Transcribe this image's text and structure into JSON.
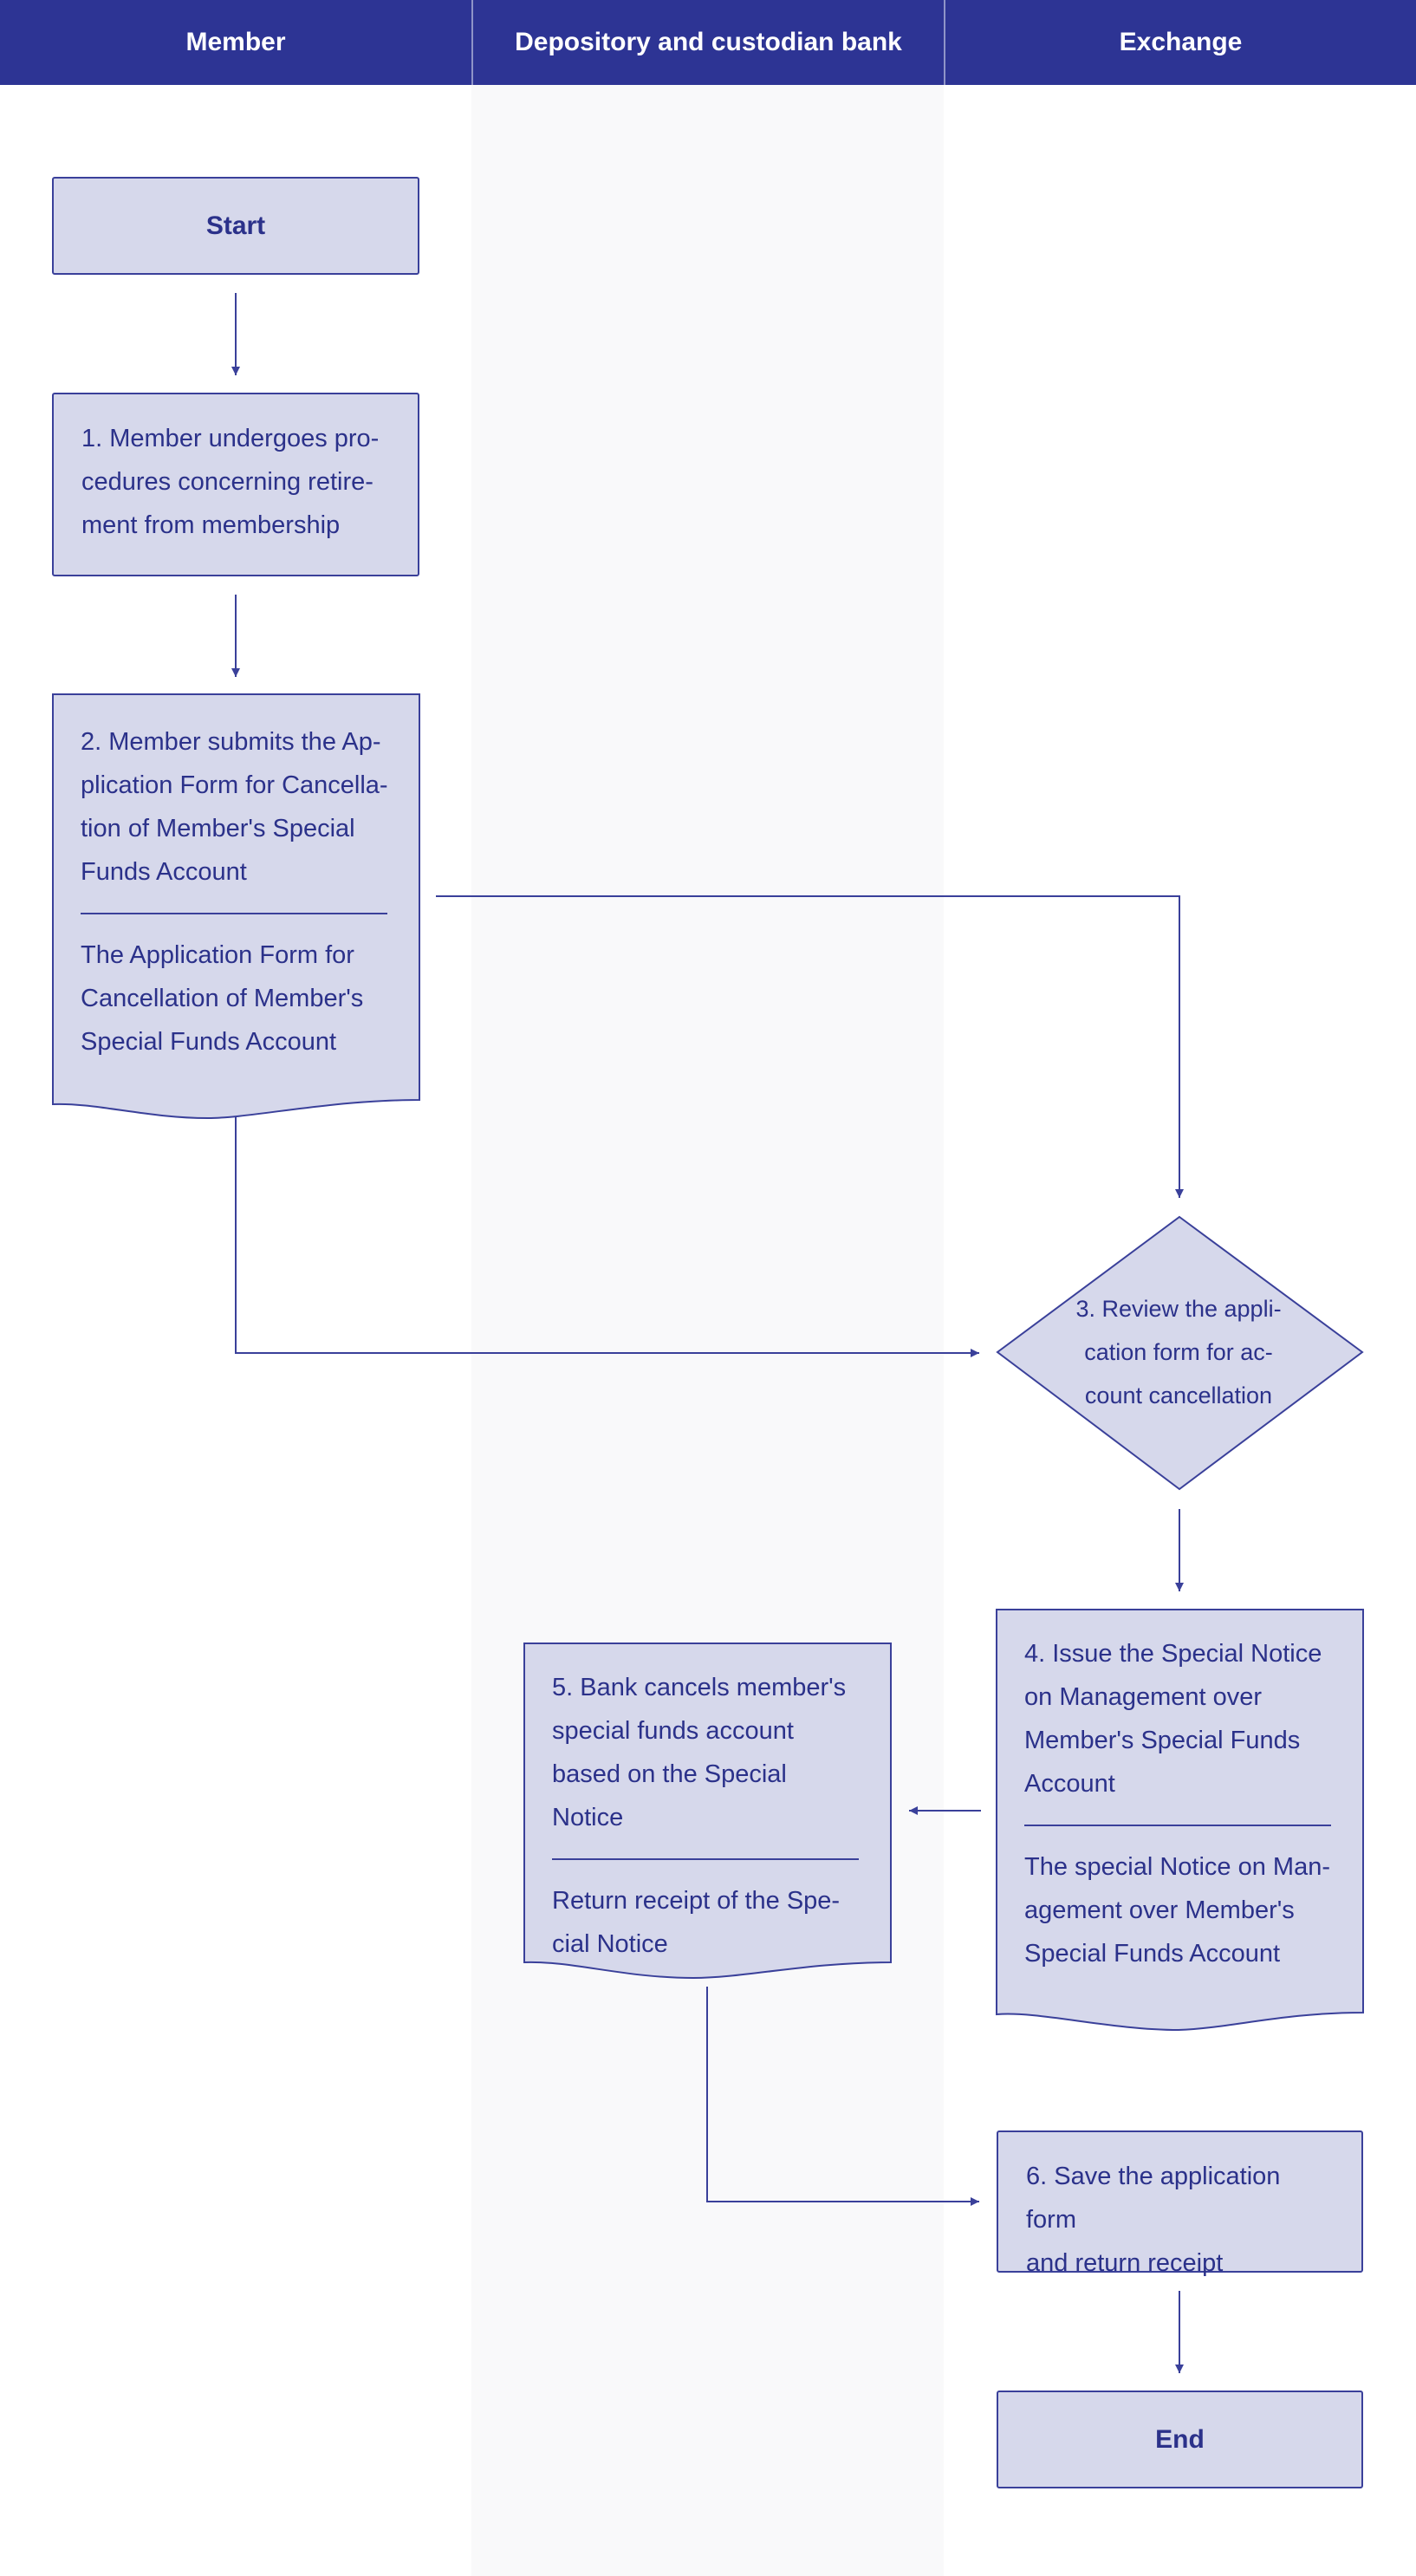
{
  "lanes": {
    "member": "Member",
    "bank": "Depository and custodian bank",
    "exchange": "Exchange"
  },
  "nodes": {
    "start": "Start",
    "step1": "1. Member undergoes procedures concerning retirement from membership",
    "step1_lines": [
      "1. Member undergoes pro-",
      "cedures concerning retire-",
      "ment from membership"
    ],
    "step2_lines": [
      "2. Member submits the Ap-",
      "plication Form for Cancella-",
      "tion of Member's Special",
      "Funds Account"
    ],
    "step2_doc_lines": [
      "The Application Form for",
      "Cancellation of Member's",
      "Special Funds Account"
    ],
    "step3_lines": [
      "3. Review the appli-",
      "cation form for ac-",
      "count cancellation"
    ],
    "step4_lines": [
      "4. Issue the Special Notice",
      "on Management over",
      "Member's Special Funds",
      "Account"
    ],
    "step4_doc_lines": [
      "The special Notice on Man-",
      "agement over Member's",
      "Special Funds Account"
    ],
    "step5_lines": [
      "5. Bank cancels member's",
      "special funds account",
      "based on the Special Notice"
    ],
    "step5_doc_lines": [
      "Return receipt of the Spe-",
      "cial Notice"
    ],
    "step6_lines": [
      "6. Save the application form",
      "and return receipt"
    ],
    "end": "End"
  },
  "colors": {
    "header": "#2d3494",
    "node_fill": "#d6d8eb",
    "stroke": "#3a409a",
    "text": "#2b318a",
    "middle_lane": "#f9f9fa"
  }
}
